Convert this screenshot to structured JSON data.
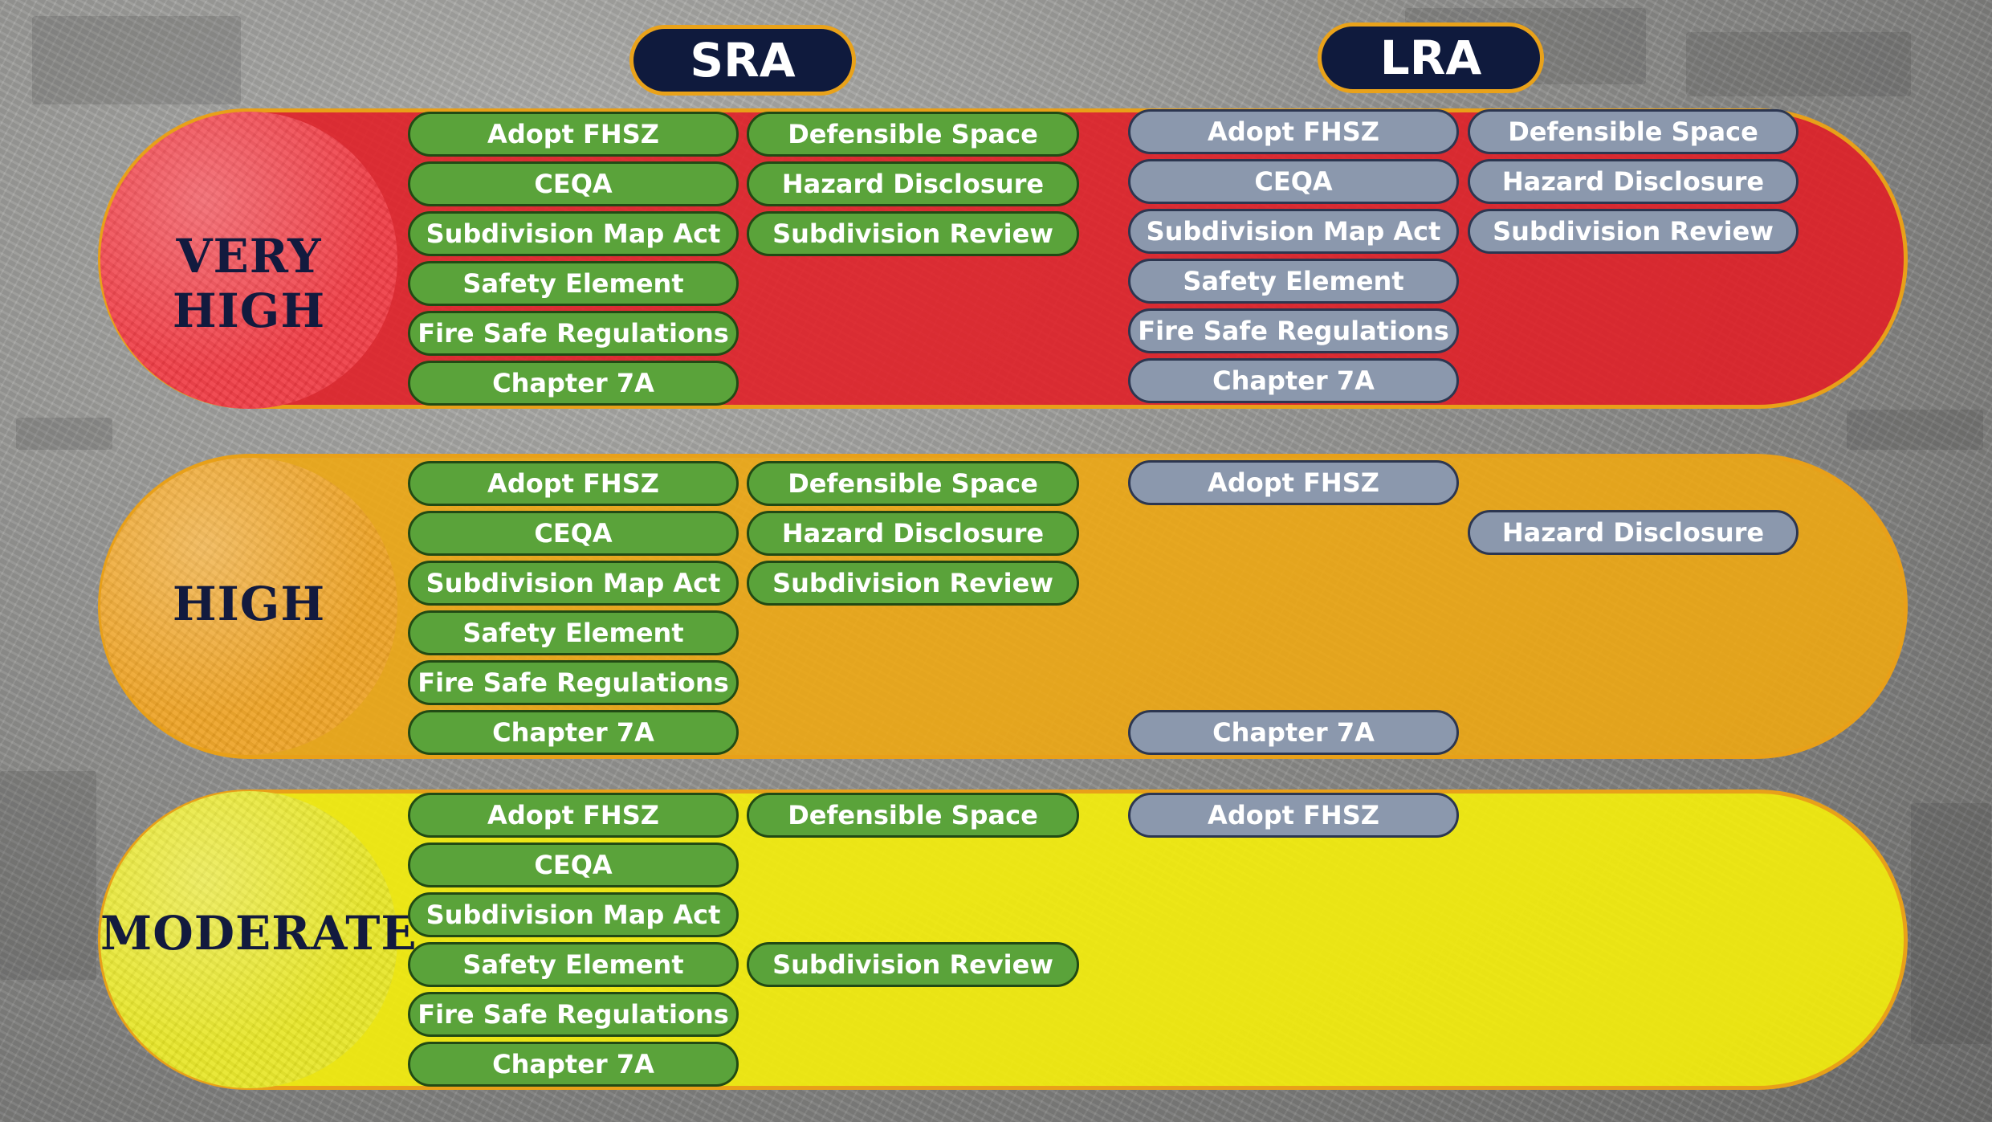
{
  "headers": {
    "sra": "SRA",
    "lra": "LRA"
  },
  "zones": {
    "very_high": "VERY HIGH",
    "high": "HIGH",
    "moderate": "MODERATE"
  },
  "items": {
    "adopt_fhsz": "Adopt FHSZ",
    "ceqa": "CEQA",
    "subdivision_map_act": "Subdivision Map Act",
    "safety_element": "Safety Element",
    "fire_safe_regulations": "Fire Safe Regulations",
    "chapter_7a": "Chapter 7A",
    "defensible_space": "Defensible Space",
    "hazard_disclosure": "Hazard Disclosure",
    "subdivision_review": "Subdivision Review"
  },
  "colors": {
    "very_high": "#e21c24",
    "high": "#f0a810",
    "moderate": "#f6f00a",
    "sra_pill": "#5aa33a",
    "lra_pill": "#8b98ad",
    "header": "#0f1a3d",
    "outline": "#e8a019"
  }
}
